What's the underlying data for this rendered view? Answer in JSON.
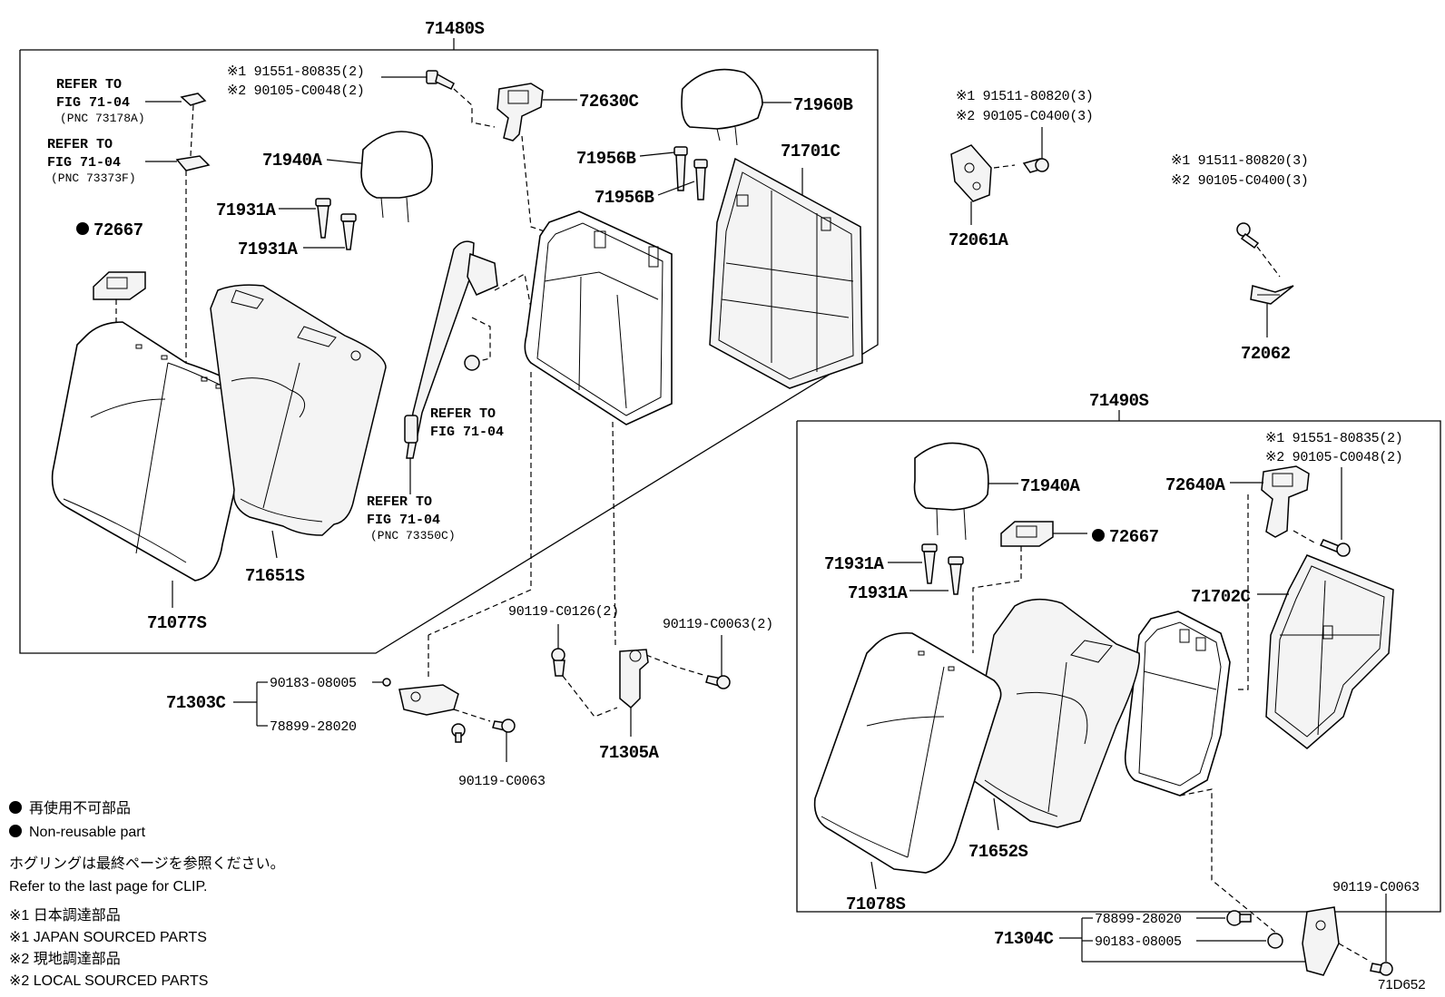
{
  "groups": {
    "g71480s": "71480S",
    "g71490s": "71490S",
    "g71303c": "71303C",
    "g71304c": "71304C"
  },
  "parts": {
    "p72630c": "72630C",
    "p71960b": "71960B",
    "p71956b_1": "71956B",
    "p71956b_2": "71956B",
    "p71701c": "71701C",
    "p71940a_1": "71940A",
    "p71931a_1": "71931A",
    "p71931a_2": "71931A",
    "p72667_1": "72667",
    "p71651s": "71651S",
    "p71077s": "71077S",
    "p72061a": "72061A",
    "p72062": "72062",
    "p71940a_2": "71940A",
    "p72640a": "72640A",
    "p72667_2": "72667",
    "p71931a_3": "71931A",
    "p71931a_4": "71931A",
    "p71702c": "71702C",
    "p71652s": "71652S",
    "p71078s": "71078S",
    "p71305a": "71305A"
  },
  "fasteners": {
    "f1a": "※1 91551-80835(2)",
    "f1b": "※2 90105-C0048(2)",
    "f2a": "※1 91511-80820(3)",
    "f2b": "※2 90105-C0400(3)",
    "f3a": "※1 91511-80820(3)",
    "f3b": "※2 90105-C0400(3)",
    "f4a": "※1 91551-80835(2)",
    "f4b": "※2 90105-C0048(2)",
    "f5": "90119-C0126(2)",
    "f6": "90119-C0063(2)",
    "f7": "90183-08005",
    "f8": "78899-28020",
    "f9": "90119-C0063",
    "f10": "90119-C0063",
    "f11": "78899-28020",
    "f12": "90183-08005"
  },
  "refs": {
    "r1_l1": "REFER TO",
    "r1_l2": "FIG 71-04",
    "r1_l3": "(PNC 73178A)",
    "r2_l1": "REFER TO",
    "r2_l2": "FIG 71-04",
    "r2_l3": "(PNC 73373F)",
    "r3_l1": "REFER TO",
    "r3_l2": "FIG 71-04",
    "r4_l1": "REFER TO",
    "r4_l2": "FIG 71-04",
    "r4_l3": "(PNC 73350C)"
  },
  "legend": {
    "nonreuse_jp": "再使用不可部品",
    "nonreuse_en": "Non-reusable part",
    "clip_jp": "ホグリングは最終ページを参照ください。",
    "clip_en": "Refer to the last page for CLIP.",
    "japan_jp": "※1 日本調達部品",
    "japan_en": "※1 JAPAN SOURCED PARTS",
    "local_jp": "※2 現地調達部品",
    "local_en": "※2 LOCAL SOURCED PARTS"
  },
  "diagram_code": "71D652"
}
